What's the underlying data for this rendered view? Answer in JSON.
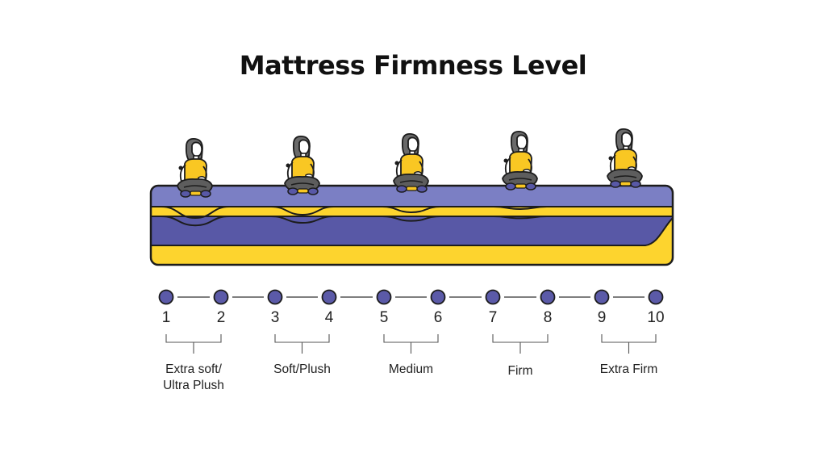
{
  "title": "Mattress Firmness Level",
  "scale": {
    "points": [
      "1",
      "2",
      "3",
      "4",
      "5",
      "6",
      "7",
      "8",
      "9",
      "10"
    ],
    "levels": [
      {
        "label_lines": [
          "Extra soft/",
          "Ultra Plush"
        ]
      },
      {
        "label_lines": [
          "Soft/Plush"
        ]
      },
      {
        "label_lines": [
          "Medium"
        ]
      },
      {
        "label_lines": [
          "Firm"
        ]
      },
      {
        "label_lines": [
          "Extra Firm"
        ]
      }
    ]
  },
  "colors": {
    "mattress_top": "#7b7fc4",
    "mattress_middle": "#5858a6",
    "mattress_base": "#fdd42e",
    "dot": "#5b5aa8",
    "outline": "#1c1c1c",
    "person_shirt": "#f9c723",
    "person_pants": "#5d5d5d",
    "person_hair": "#6a6a6a"
  },
  "illustration": {
    "figure": "woman sitting cross-legged",
    "figure_icon": "person-sitting-icon",
    "figure_count": 5
  }
}
